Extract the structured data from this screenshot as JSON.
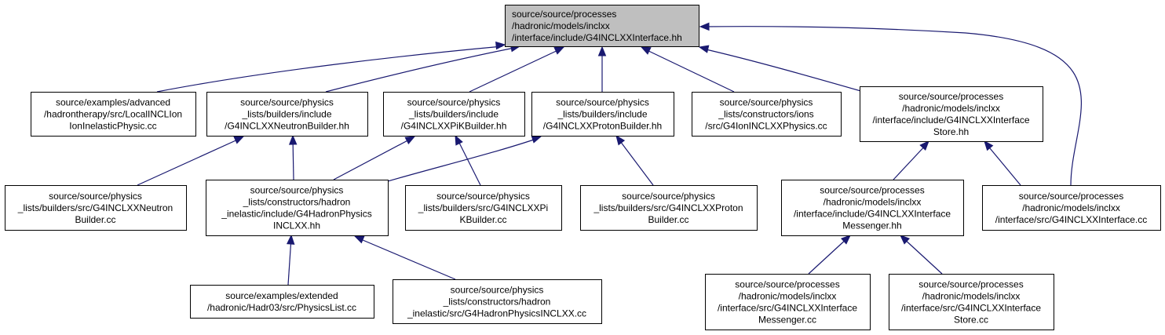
{
  "diagram": {
    "edge_color": "#191970",
    "root_fill": "#bfbfbf",
    "node_fill": "#ffffff",
    "nodes": [
      {
        "id": "root",
        "lines": [
          "source/source/processes",
          "/hadronic/models/inclxx",
          "/interface/include/G4INCLXXInterface.hh"
        ],
        "root": true
      },
      {
        "id": "n1",
        "lines": [
          "source/examples/advanced",
          "/hadrontherapy/src/LocalINCLIon",
          "IonInelasticPhysic.cc"
        ]
      },
      {
        "id": "n2",
        "lines": [
          "source/source/physics",
          "_lists/builders/include",
          "/G4INCLXXNeutronBuilder.hh"
        ]
      },
      {
        "id": "n3",
        "lines": [
          "source/source/physics",
          "_lists/builders/include",
          "/G4INCLXXPiKBuilder.hh"
        ]
      },
      {
        "id": "n4",
        "lines": [
          "source/source/physics",
          "_lists/builders/include",
          "/G4INCLXXProtonBuilder.hh"
        ]
      },
      {
        "id": "n5",
        "lines": [
          "source/source/physics",
          "_lists/constructors/ions",
          "/src/G4IonINCLXXPhysics.cc"
        ]
      },
      {
        "id": "n6",
        "lines": [
          "source/source/processes",
          "/hadronic/models/inclxx",
          "/interface/include/G4INCLXXInterface",
          "Store.hh"
        ]
      },
      {
        "id": "n7",
        "lines": [
          "source/source/physics",
          "_lists/builders/src/G4INCLXXNeutron",
          "Builder.cc"
        ]
      },
      {
        "id": "n8",
        "lines": [
          "source/source/physics",
          "_lists/constructors/hadron",
          "_inelastic/include/G4HadronPhysics",
          "INCLXX.hh"
        ]
      },
      {
        "id": "n9",
        "lines": [
          "source/source/physics",
          "_lists/builders/src/G4INCLXXPi",
          "KBuilder.cc"
        ]
      },
      {
        "id": "n10",
        "lines": [
          "source/source/physics",
          "_lists/builders/src/G4INCLXXProton",
          "Builder.cc"
        ]
      },
      {
        "id": "n11",
        "lines": [
          "source/source/processes",
          "/hadronic/models/inclxx",
          "/interface/include/G4INCLXXInterface",
          "Messenger.hh"
        ]
      },
      {
        "id": "n12",
        "lines": [
          "source/source/processes",
          "/hadronic/models/inclxx",
          "/interface/src/G4INCLXXInterface.cc"
        ]
      },
      {
        "id": "n13",
        "lines": [
          "source/examples/extended",
          "/hadronic/Hadr03/src/PhysicsList.cc"
        ]
      },
      {
        "id": "n14",
        "lines": [
          "source/source/physics",
          "_lists/constructors/hadron",
          "_inelastic/src/G4HadronPhysicsINCLXX.cc"
        ]
      },
      {
        "id": "n15",
        "lines": [
          "source/source/processes",
          "/hadronic/models/inclxx",
          "/interface/src/G4INCLXXInterface",
          "Messenger.cc"
        ]
      },
      {
        "id": "n16",
        "lines": [
          "source/source/processes",
          "/hadronic/models/inclxx",
          "/interface/src/G4INCLXXInterface",
          "Store.cc"
        ]
      }
    ],
    "edges": [
      {
        "from": "n1",
        "to": "root"
      },
      {
        "from": "n2",
        "to": "root"
      },
      {
        "from": "n3",
        "to": "root"
      },
      {
        "from": "n4",
        "to": "root"
      },
      {
        "from": "n5",
        "to": "root"
      },
      {
        "from": "n6",
        "to": "root"
      },
      {
        "from": "n12",
        "to": "root"
      },
      {
        "from": "n7",
        "to": "n2"
      },
      {
        "from": "n8",
        "to": "n2"
      },
      {
        "from": "n8",
        "to": "n3"
      },
      {
        "from": "n9",
        "to": "n3"
      },
      {
        "from": "n8",
        "to": "n4"
      },
      {
        "from": "n10",
        "to": "n4"
      },
      {
        "from": "n11",
        "to": "n6"
      },
      {
        "from": "n12",
        "to": "n6"
      },
      {
        "from": "n13",
        "to": "n8"
      },
      {
        "from": "n14",
        "to": "n8"
      },
      {
        "from": "n15",
        "to": "n11"
      },
      {
        "from": "n16",
        "to": "n11"
      }
    ]
  }
}
